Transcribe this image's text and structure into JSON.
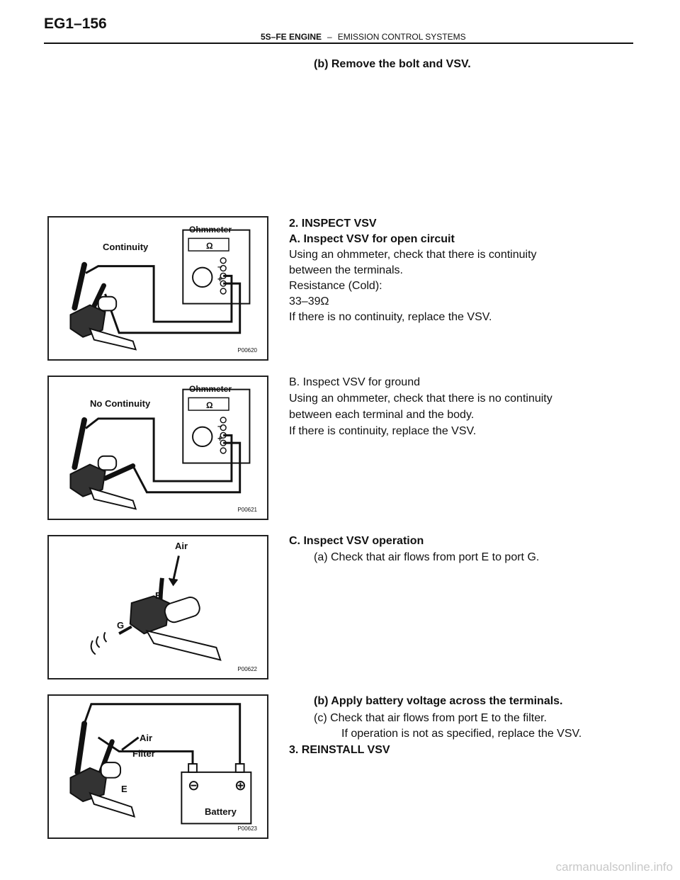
{
  "header": {
    "page_number": "EG1–156",
    "section_bold": "5S–FE ENGINE",
    "dash": "–",
    "section_title": "EMISSION CONTROL SYSTEMS"
  },
  "steps": {
    "remove_bolt": "(b) Remove the bolt and VSV.",
    "inspect_title": "2. INSPECT VSV",
    "a_title": "A. Inspect VSV for open circuit",
    "a_line1": "Using an ohmmeter, check that there is continuity",
    "a_line2": "between the terminals.",
    "a_line3": "Resistance (Cold):",
    "a_line4": "33–39Ω",
    "a_line5": "If there is no continuity, replace the VSV.",
    "b_title": "B. Inspect VSV for ground",
    "b_line1": "Using an ohmmeter, check that there is no continuity",
    "b_line2": "between each terminal and the body.",
    "b_line3": "If there is continuity, replace the VSV.",
    "c_title": "C. Inspect VSV operation",
    "c_a": "(a) Check that air flows from port E to port G.",
    "c_b": "(b) Apply battery voltage across the terminals.",
    "c_c": "(c) Check that air flows from port E to the filter.",
    "c_c2": "If operation is not as specified, replace the VSV.",
    "reinstall": "3. REINSTALL VSV"
  },
  "figures": [
    {
      "id": "P00620",
      "labels": {
        "meter": "Ohmmeter",
        "ohm": "Ω",
        "minus": "–",
        "plus": "+",
        "probe": "Continuity"
      }
    },
    {
      "id": "P00621",
      "labels": {
        "meter": "Ohmmeter",
        "ohm": "Ω",
        "minus": "–",
        "plus": "+",
        "probe": "No Continuity"
      }
    },
    {
      "id": "P00622",
      "labels": {
        "air": "Air",
        "e": "E",
        "g": "G"
      }
    },
    {
      "id": "P00623",
      "labels": {
        "air": "Air",
        "filter": "Filter",
        "e": "E",
        "battery": "Battery",
        "minus": "⊖",
        "plus": "⊕"
      }
    }
  ],
  "watermark": "carmanualsonline.info"
}
